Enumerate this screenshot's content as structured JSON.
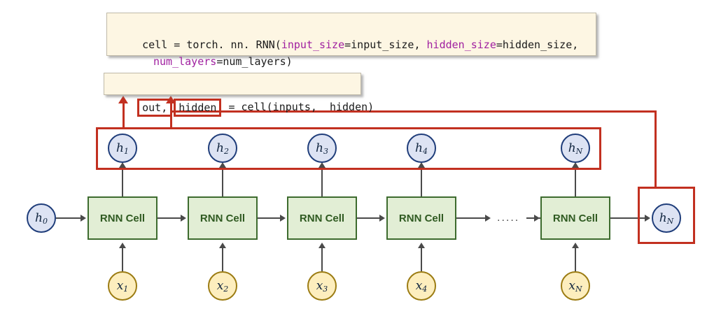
{
  "diagram": {
    "title": "PyTorch RNN unrolled computation graph",
    "colors": {
      "annotation_red": "#c23020",
      "cell_fill": "#e2eed5",
      "cell_border": "#3d6b2e",
      "cell_text": "#2f5a21",
      "hidden_fill": "#dde3f3",
      "hidden_border": "#1f3d7a",
      "input_fill": "#fdeebe",
      "input_border": "#9c7c13",
      "code_bg": "#fdf6e3",
      "keyword_purple": "#a020a0",
      "edge_gray": "#4a4a4a"
    }
  },
  "code_constructor": {
    "prefix": "cell = torch. nn. RNN(",
    "kw1": "input_size",
    "kw1_value": "=input_size, ",
    "kw2": "hidden_size",
    "kw2_value": "=hidden_size,",
    "kw3": "num_layers",
    "kw3_value": "=num_layers)",
    "full_text": "cell = torch. nn. RNN(input_size=input_size,  hidden_size=hidden_size,\n                num_layers=num_layers)"
  },
  "code_call": {
    "out_token": "out,",
    "hidden_token": "hidden",
    "rest": " = cell(inputs,  hidden)",
    "full_text": "out, hidden = cell(inputs,  hidden)"
  },
  "nodes": {
    "h0": "h0",
    "hidden_states": [
      "h1",
      "h2",
      "h3",
      "h4",
      "hN"
    ],
    "hidden_output": "hN",
    "inputs": [
      "x1",
      "x2",
      "x3",
      "x4",
      "xN"
    ]
  },
  "cells": {
    "label": "RNN Cell",
    "count": 5
  },
  "ellipsis": "....."
}
